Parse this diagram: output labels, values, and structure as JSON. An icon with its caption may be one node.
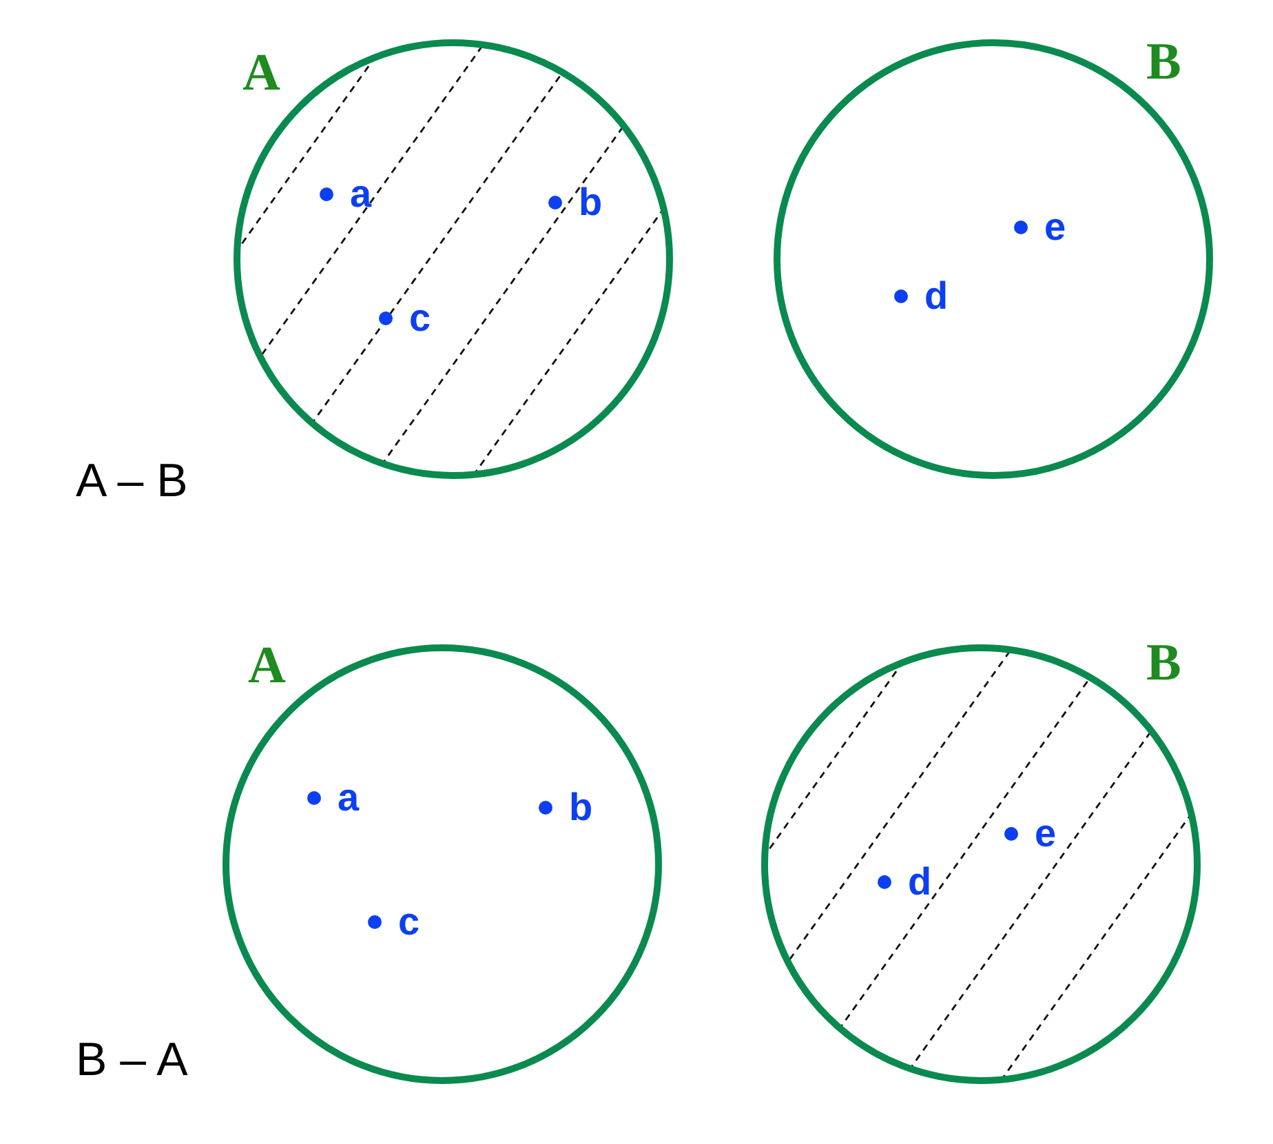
{
  "diagram": {
    "nodes": [
      {
        "text": [
          "A"
        ]
      },
      {
        "text": [
          "a"
        ],
        "in": 0
      },
      {
        "text": [
          "b"
        ],
        "in": 0
      },
      {
        "text": [
          "c"
        ],
        "in": 0
      },
      {
        "text": [
          "B"
        ]
      },
      {
        "text": [
          "e"
        ],
        "in": 4
      },
      {
        "text": [
          "d"
        ],
        "in": 4
      },
      {
        "text": [
          "A"
        ]
      },
      {
        "text": [
          "a"
        ],
        "in": 7
      },
      {
        "text": [
          "b"
        ],
        "in": 7
      },
      {
        "text": [
          "c"
        ],
        "in": 7
      },
      {
        "text": [
          "B"
        ]
      },
      {
        "text": [
          "e"
        ],
        "in": 11
      },
      {
        "text": [
          "d"
        ],
        "in": 11
      }
    ],
    "labels": [
      "A – B",
      "B – A"
    ]
  }
}
